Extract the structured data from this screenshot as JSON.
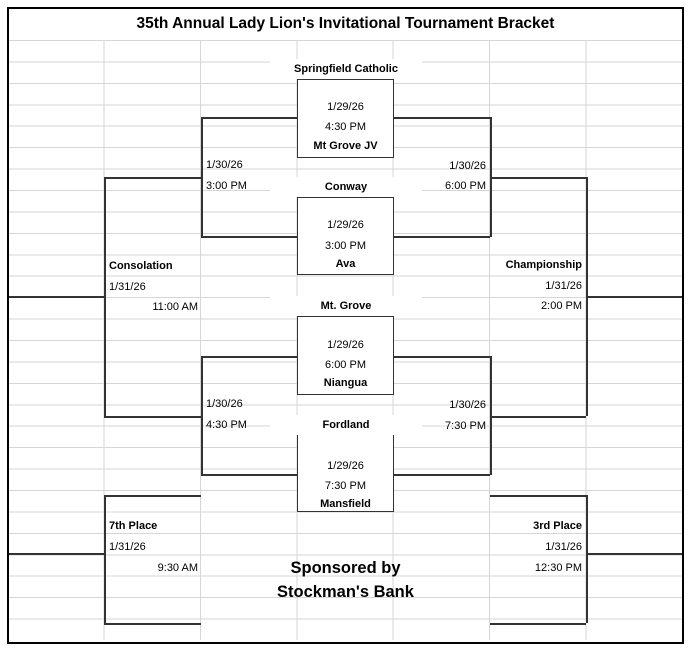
{
  "title": "35th Annual Lady Lion's Invitational Tournament Bracket",
  "games": [
    {
      "top_team": "Springfield Catholic",
      "date": "1/29/26",
      "time": "4:30 PM",
      "bottom_team": "Mt Grove JV"
    },
    {
      "top_team": "Conway",
      "date": "1/29/26",
      "time": "3:00 PM",
      "bottom_team": "Ava"
    },
    {
      "top_team": "Mt. Grove",
      "date": "1/29/26",
      "time": "6:00 PM",
      "bottom_team": "Niangua"
    },
    {
      "top_team": "Fordland",
      "date": "1/29/26",
      "time": "7:30 PM",
      "bottom_team": "Mansfield"
    }
  ],
  "semifinals": {
    "consolation_semi_1": {
      "date": "1/30/26",
      "time": "3:00 PM"
    },
    "championship_semi_1": {
      "date": "1/30/26",
      "time": "6:00 PM"
    },
    "consolation_semi_2": {
      "date": "1/30/26",
      "time": "4:30 PM"
    },
    "championship_semi_2": {
      "date": "1/30/26",
      "time": "7:30 PM"
    }
  },
  "finals": {
    "consolation": {
      "label": "Consolation",
      "date": "1/31/26",
      "time": "11:00 AM"
    },
    "championship": {
      "label": "Championship",
      "date": "1/31/26",
      "time": "2:00 PM"
    },
    "seventh_place": {
      "label": "7th Place",
      "date": "1/31/26",
      "time": "9:30 AM"
    },
    "third_place": {
      "label": "3rd Place",
      "date": "1/31/26",
      "time": "12:30 PM"
    }
  },
  "sponsor": {
    "line1": "Sponsored by",
    "line2": "Stockman's Bank"
  },
  "colors": {
    "bracket_line": "#333333",
    "outer_border": "#000000",
    "gridline": "#d6d6d6",
    "background": "#ffffff",
    "text": "#000000"
  }
}
